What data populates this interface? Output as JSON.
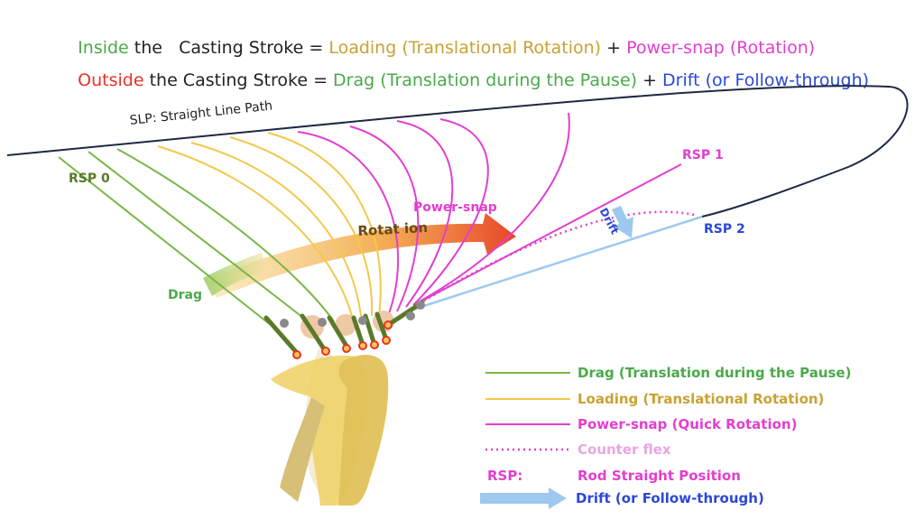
{
  "header": {
    "line1": [
      {
        "text": "Inside",
        "color": "#4aaa4a"
      },
      {
        "text": " the   Casting Stroke = ",
        "color": "#222222"
      },
      {
        "text": "Loading (Translational Rotation)",
        "color": "#c9a233"
      },
      {
        "text": " + ",
        "color": "#222222"
      },
      {
        "text": "Power-snap (Rotation)",
        "color": "#e23fd0"
      }
    ],
    "line2": [
      {
        "text": "Outside",
        "color": "#e8322a"
      },
      {
        "text": " the Casting Stroke = ",
        "color": "#222222"
      },
      {
        "text": "Drag (Translation during the Pause)",
        "color": "#4aaa4a"
      },
      {
        "text": " + ",
        "color": "#222222"
      },
      {
        "text": "Drift (or Follow-through)",
        "color": "#2b48d8"
      }
    ]
  },
  "labels": {
    "slp": "SLP: Straight Line Path",
    "rsp0": "RSP 0",
    "rsp1": "RSP 1",
    "rsp2": "RSP 2",
    "power_snap": "Power-snap",
    "rotation": "Rotat ion",
    "drag": "Drag",
    "drift": "Drift"
  },
  "legend": {
    "drag": "Drag (Translation during the Pause)",
    "loading": "Loading (Translational Rotation)",
    "power_snap": "Power-snap (Quick Rotation)",
    "counter_flex": "Counter flex",
    "rsp_key": "RSP:",
    "rsp_value": "Rod Straight Position",
    "drift": "Drift (or Follow-through)"
  },
  "colors": {
    "drag": "#7ab648",
    "drag_dark": "#5a7a2a",
    "drag_text": "#4aaa4a",
    "loading": "#f2c94c",
    "loading_text": "#c9a233",
    "power_snap": "#e23fd0",
    "counter_flex": "#e58fd8",
    "drift_arrow": "#9ec9ef",
    "drift_text": "#2b48d8",
    "rotation_arrow": "#e8452a",
    "line_path": "#1e2a44"
  }
}
